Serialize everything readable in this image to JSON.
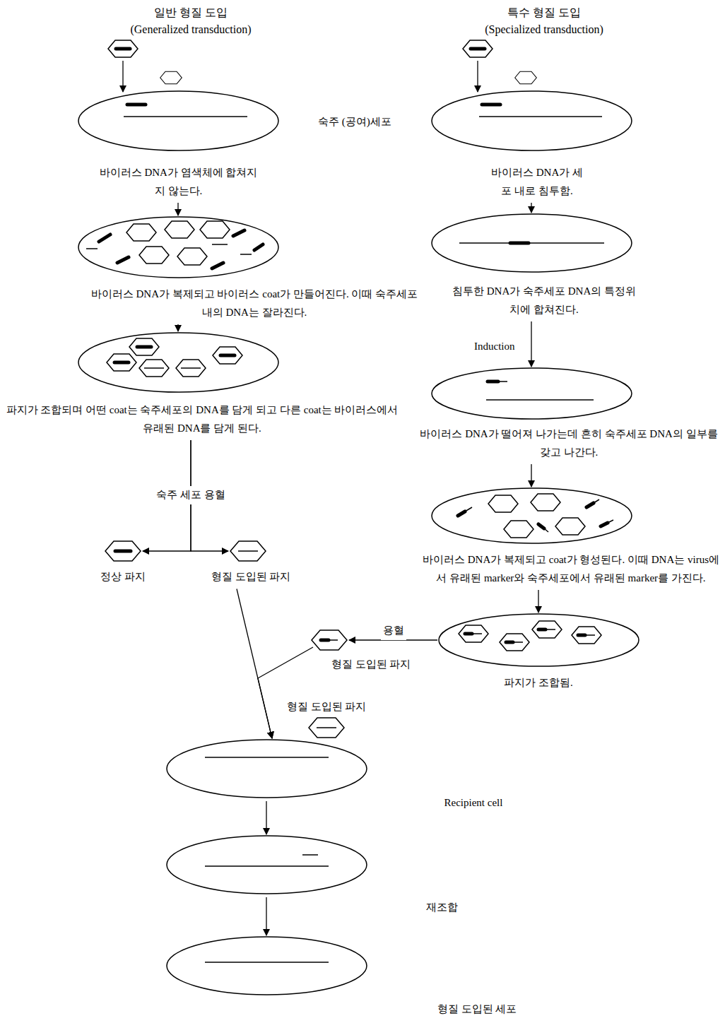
{
  "diagram": {
    "nodes": [
      {
        "text": [
          "바이러스 DNA가 염색체에 합쳐지지 않는다."
        ]
      },
      {
        "text": [
          "바이러스 DNA가 세포 내로 침투함."
        ]
      },
      {
        "text": [
          "바이러스 DNA가 복제되고 바이러스 coat가 만들어진다. 이때 숙주세포 내의 DNA는 잘라진다."
        ]
      },
      {
        "text": [
          "침투한 DNA가 숙주세포 DNA의 특정위치에 합쳐진다."
        ]
      },
      {
        "text": [
          "파지가 조합되며 어떤 coat는 숙주세포의 DNA를 담게 되고 다른 coat는 바이러스에서 유래된 DNA를 담게 된다."
        ]
      },
      {
        "text": [
          "바이러스 DNA가 떨어져 나가는데 흔히 숙주세포 DNA의 일부를 갖고 나간다."
        ]
      },
      {
        "text": [
          "정상 파지"
        ]
      },
      {
        "text": [
          "형질 도입된 파지"
        ]
      },
      {
        "text": [
          "바이러스 DNA가 복제되고 coat가 형성된다. 이때 DNA는 virus에서 유래된 marker와 숙주세포에서 유래된 marker를 가진다."
        ]
      },
      {
        "text": [
          "파지가 조합됨."
        ]
      },
      {
        "text": [
          "형질 도입된 파지"
        ]
      },
      {
        "text": [
          "형질 도입된 파지"
        ]
      },
      {
        "text": [
          "Recipient cell"
        ]
      },
      {
        "text": []
      },
      {
        "text": [
          "형질 도입된 세포"
        ]
      }
    ],
    "edges": [
      {
        "from": 0,
        "to": 2,
        "arrow": "to"
      },
      {
        "from": 2,
        "to": 4,
        "arrow": "to"
      },
      {
        "from": 4,
        "to": 6,
        "arrow": "to"
      },
      {
        "from": 4,
        "to": 7,
        "arrow": "to"
      },
      {
        "from": 7,
        "to": 12,
        "arrow": "to"
      },
      {
        "from": 1,
        "to": 3,
        "arrow": "to"
      },
      {
        "from": 3,
        "to": 5,
        "label": "Induction",
        "arrow": "to"
      },
      {
        "from": 5,
        "to": 8,
        "arrow": "to"
      },
      {
        "from": 8,
        "to": 9,
        "arrow": "to"
      },
      {
        "from": 9,
        "to": 10,
        "label": "용혈",
        "arrow": "to"
      },
      {
        "from": 10,
        "to": 12,
        "arrow": "to"
      },
      {
        "from": 12,
        "to": 13,
        "arrow": "to"
      },
      {
        "from": 13,
        "to": 14,
        "label": "재조합",
        "arrow": "to"
      }
    ],
    "labels": [
      "일반 형질 도입",
      "(Generalized transduction)",
      "특수 형질 도입",
      "(Specialized transduction)",
      "숙주 (공여)세포",
      "숙주 세포 용혈"
    ]
  }
}
